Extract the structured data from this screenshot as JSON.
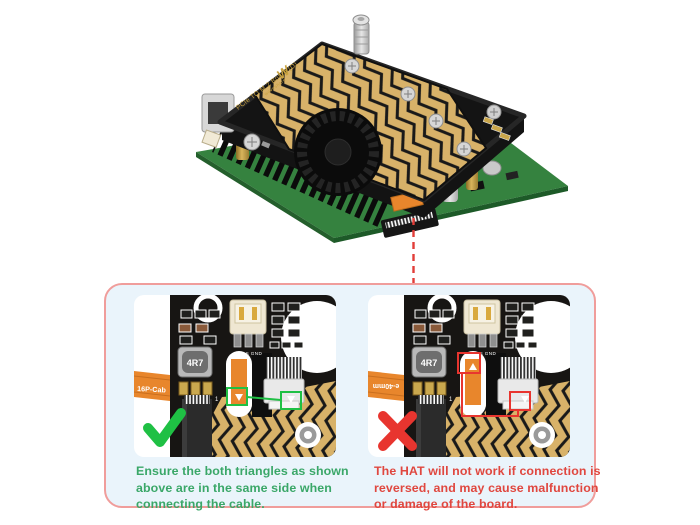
{
  "photo": {
    "board_label": "PCIe TO M.2 Board (D)",
    "brand": "waveshare",
    "logo": "W"
  },
  "panel": {
    "cards": {
      "correct": {
        "result": "correct",
        "result_icon": "check",
        "cable_label": "16P-Cab",
        "inductor_label": "4R7",
        "power_pad_label": "AS AS GND",
        "pin1_label": "1",
        "caption": "Ensure the both triangles as shown above are in the same side when connecting the cable."
      },
      "incorrect": {
        "result": "incorrect",
        "result_icon": "cross",
        "cable_label": "e-40mm",
        "inductor_label": "4R7",
        "power_pad_label": "AS AS GND",
        "pin1_label": "1",
        "caption": "The HAT will not work if connection is reversed, and may cause malfunction or damage of the board."
      }
    }
  },
  "colors": {
    "correct-accent": "#1fc044",
    "correct-text": "#3aa768",
    "wrong-accent": "#e8352f",
    "wrong-text": "#e0473f",
    "panel-border": "#f09d9b",
    "panel-bg": "#eaf4fb",
    "callout": "#e23d38",
    "pcb-black": "#171513",
    "gold": "#d8b269",
    "cable-orange": "#e8862c"
  }
}
